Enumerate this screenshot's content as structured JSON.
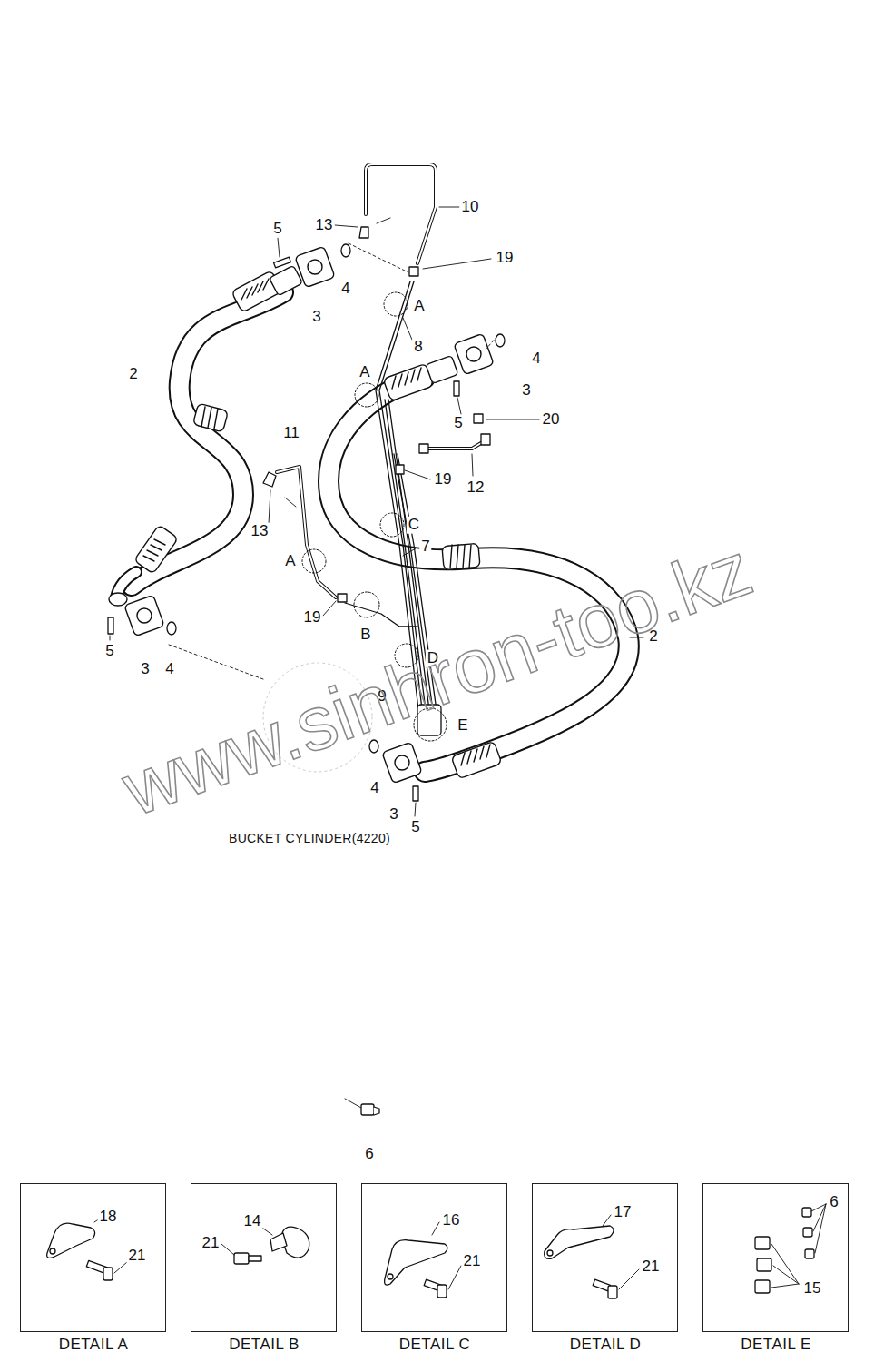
{
  "diagram": {
    "nodes": [
      {
        "text": [
          "DETAIL  A",
          "18",
          "21"
        ]
      },
      {
        "text": [
          "DETAIL  B",
          "14",
          "21"
        ]
      },
      {
        "text": [
          "DETAIL  C",
          "16",
          "21"
        ]
      },
      {
        "text": [
          "DETAIL  D",
          "17",
          "21"
        ]
      },
      {
        "text": [
          "DETAIL  E",
          "6",
          "15"
        ]
      }
    ],
    "edges": [],
    "labels": [
      "10",
      "13",
      "5",
      "19",
      "4",
      "A",
      "3",
      "8",
      "4",
      "2",
      "A",
      "3",
      "5",
      "20",
      "11",
      "19",
      "12",
      "C",
      "13",
      "7",
      "A",
      "19",
      "2",
      "B",
      "5",
      "3",
      "4",
      "D",
      "9",
      "E",
      "4",
      "3",
      "5",
      "BUCKET CYLINDER(4220)",
      "6",
      "www.sinhron-too.kz"
    ]
  }
}
